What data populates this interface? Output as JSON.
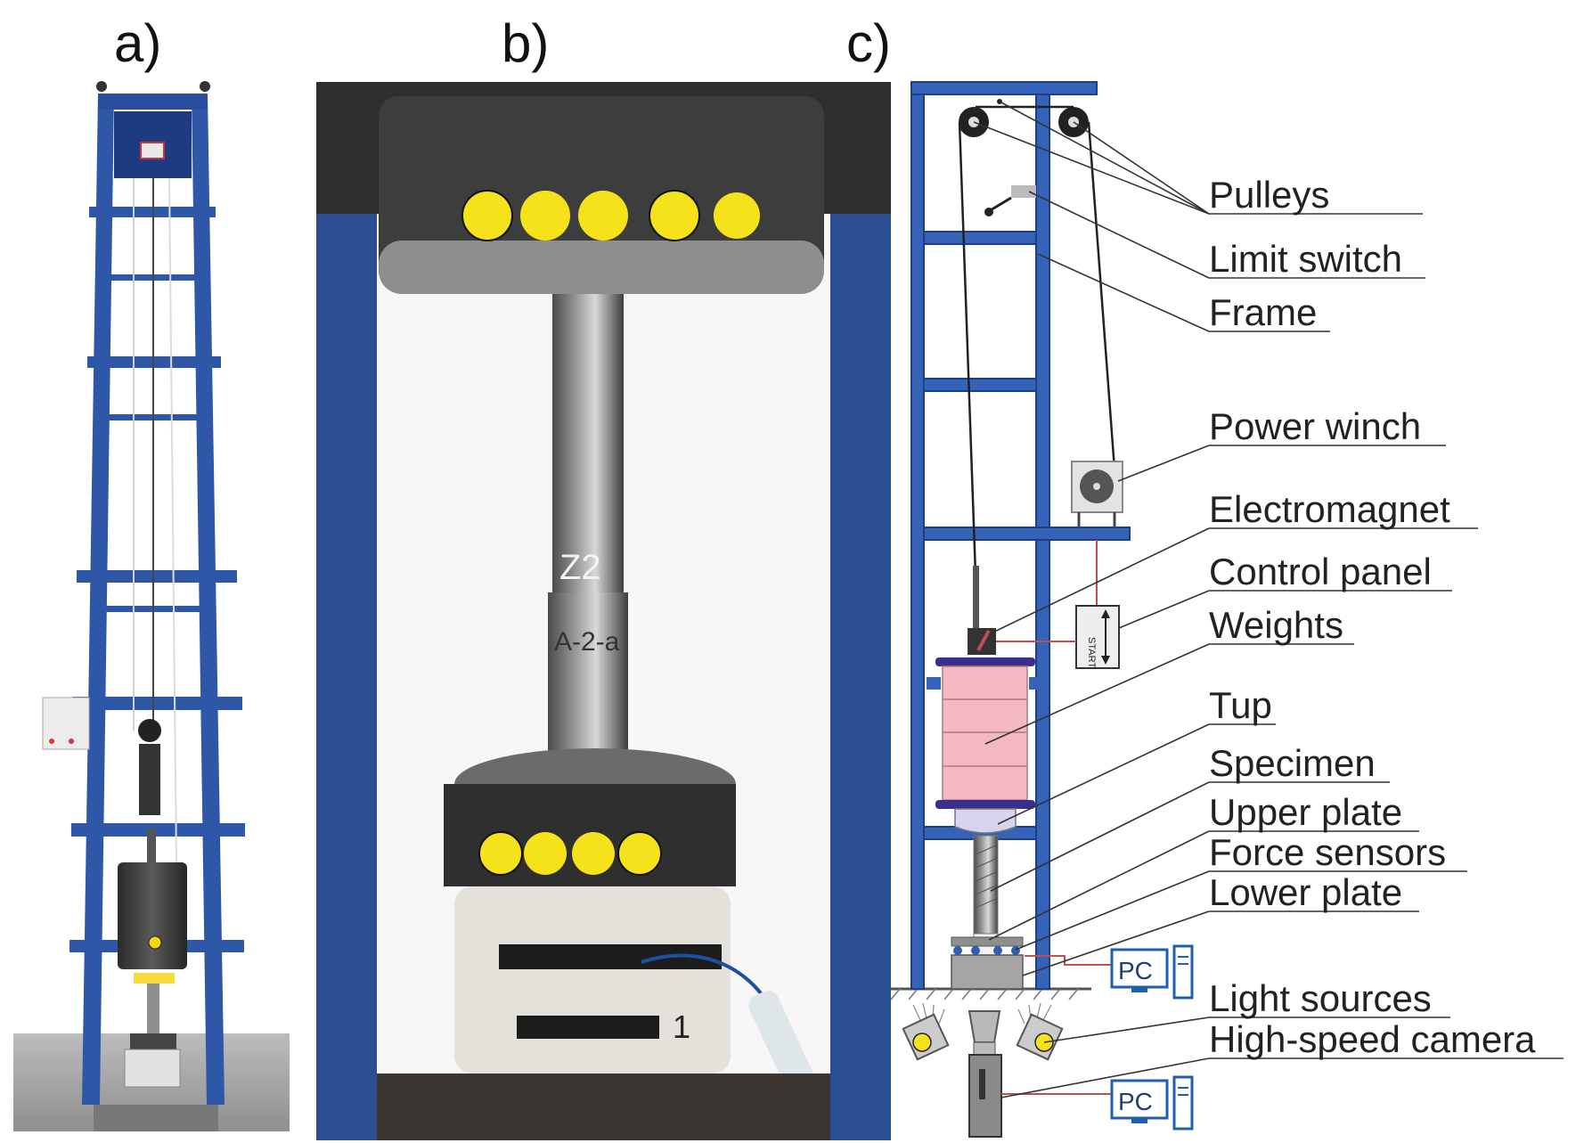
{
  "panels": {
    "a": "a)",
    "b": "b)",
    "c": "c)"
  },
  "photo_b": {
    "specimen_marks": [
      "Z2",
      "A-2-a",
      "1"
    ]
  },
  "control_panel_text": "START",
  "pc_label": "PC",
  "callouts": [
    "Pulleys",
    "Limit switch",
    "Frame",
    "Power winch",
    "Electromagnet",
    "Control panel",
    "Weights",
    "Tup",
    "Specimen",
    "Upper plate",
    "Force sensors",
    "Lower plate",
    "Light sources",
    "High-speed camera"
  ],
  "colors": {
    "frame_blue": "#3563b8",
    "frame_dark": "#1d3f8a",
    "weight_pink": "#f3b8c0",
    "weight_band": "#3a2f8f",
    "tup_lavender": "#d8d4ee",
    "plate_grey": "#a7a5a4",
    "sensor_blue": "#2f5fb3",
    "lead_red": "#c0504d",
    "marker_yellow": "#f5e21a",
    "pc_blue": "#1f5fb0"
  }
}
